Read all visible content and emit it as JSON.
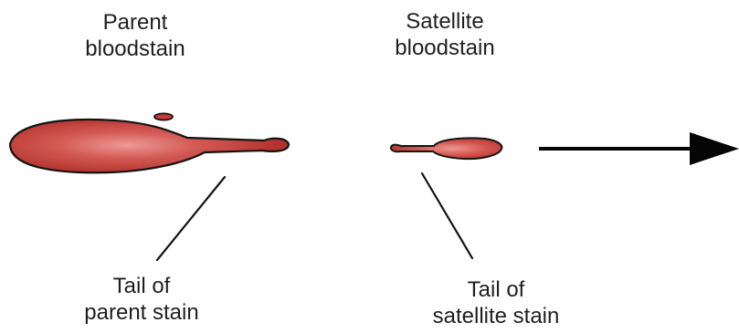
{
  "labels": {
    "parent_bloodstain": [
      "Parent",
      "bloodstain"
    ],
    "satellite_bloodstain": [
      "Satellite",
      "bloodstain"
    ],
    "tail_of_parent_stain": [
      "Tail of",
      "parent stain"
    ],
    "tail_of_satellite_stain": [
      "Tail of",
      "satellite stain"
    ]
  },
  "colors": {
    "stain_fill": "#c93a35",
    "stain_dark": "#9f1f1c",
    "stain_light": "#e68a86",
    "outline": "#141414",
    "text": "#1f1f1f"
  },
  "icons": {
    "direction": "right-arrow-icon"
  }
}
